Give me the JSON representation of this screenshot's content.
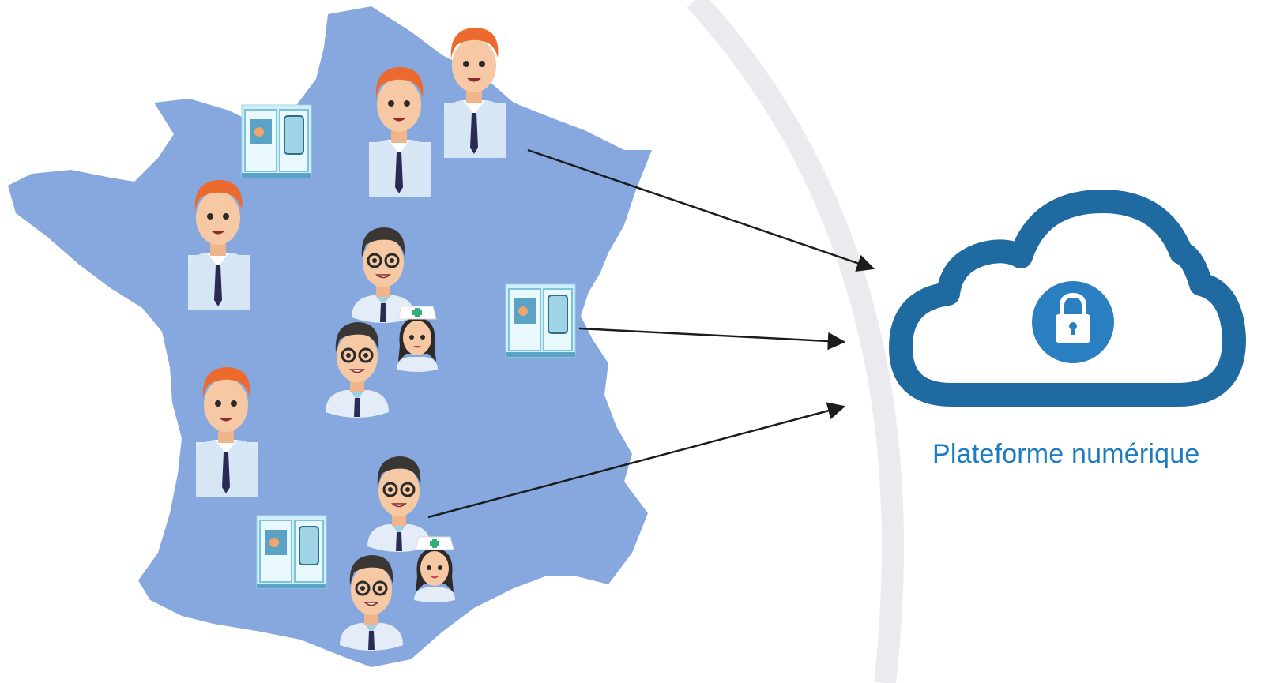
{
  "platform": {
    "label": "Plateforme numérique",
    "icon": "cloud-lock-icon"
  },
  "colors": {
    "map": "#86a8df",
    "cloud": "#1f6aa0",
    "lock": "#2a7fc0",
    "label": "#1d7bbf",
    "arc": "#e9e9ee"
  },
  "figures": [
    {
      "type": "manager",
      "icon": "manager-avatar-icon"
    },
    {
      "type": "doctor",
      "icon": "doctor-avatar-icon"
    },
    {
      "type": "nurse",
      "icon": "nurse-avatar-icon"
    },
    {
      "type": "clinic",
      "icon": "pharmacy-booth-icon"
    }
  ]
}
